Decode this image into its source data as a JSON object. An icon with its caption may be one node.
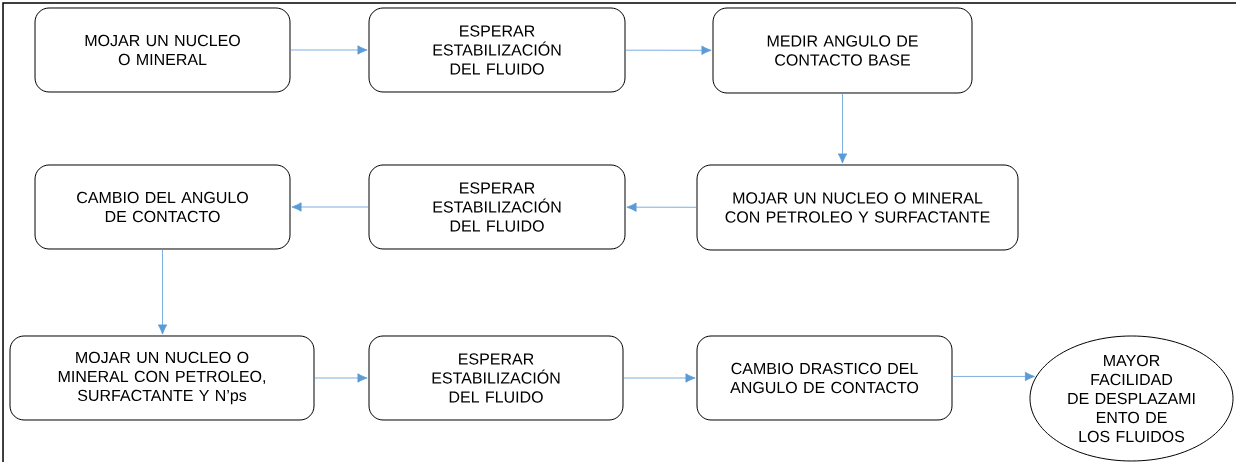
{
  "diagram": {
    "nodes": [
      {
        "text": [
          "MOJAR UN NUCLEO O MINERAL"
        ]
      },
      {
        "text": [
          "ESPERAR ESTABILIZACIÓN DEL FLUIDO"
        ]
      },
      {
        "text": [
          "MEDIR ANGULO DE CONTACTO BASE"
        ]
      },
      {
        "text": [
          "MOJAR UN NUCLEO O MINERAL CON PETROLEO Y SURFACTANTE"
        ]
      },
      {
        "text": [
          "ESPERAR ESTABILIZACIÓN DEL FLUIDO"
        ]
      },
      {
        "text": [
          "CAMBIO DEL ANGULO DE CONTACTO"
        ]
      },
      {
        "text": [
          "MOJAR UN NUCLEO O MINERAL CON PETROLEO, SURFACTANTE Y N’ps"
        ]
      },
      {
        "text": [
          "ESPERAR ESTABILIZACIÓN DEL FLUIDO"
        ]
      },
      {
        "text": [
          "CAMBIO DRASTICO DEL ANGULO DE CONTACTO"
        ]
      },
      {
        "text": [
          "MAYOR FACILIDAD DE DESPLAZAMI ENTO DE LOS FLUIDOS"
        ]
      }
    ],
    "edges": [
      {
        "from": 0,
        "to": 1,
        "arrow": "to"
      },
      {
        "from": 1,
        "to": 2,
        "arrow": "to"
      },
      {
        "from": 2,
        "to": 3,
        "arrow": "to"
      },
      {
        "from": 3,
        "to": 4,
        "arrow": "to"
      },
      {
        "from": 4,
        "to": 5,
        "arrow": "to"
      },
      {
        "from": 5,
        "to": 6,
        "arrow": "to"
      },
      {
        "from": 6,
        "to": 7,
        "arrow": "to"
      },
      {
        "from": 7,
        "to": 8,
        "arrow": "to"
      },
      {
        "from": 8,
        "to": 9,
        "arrow": "to"
      }
    ]
  }
}
